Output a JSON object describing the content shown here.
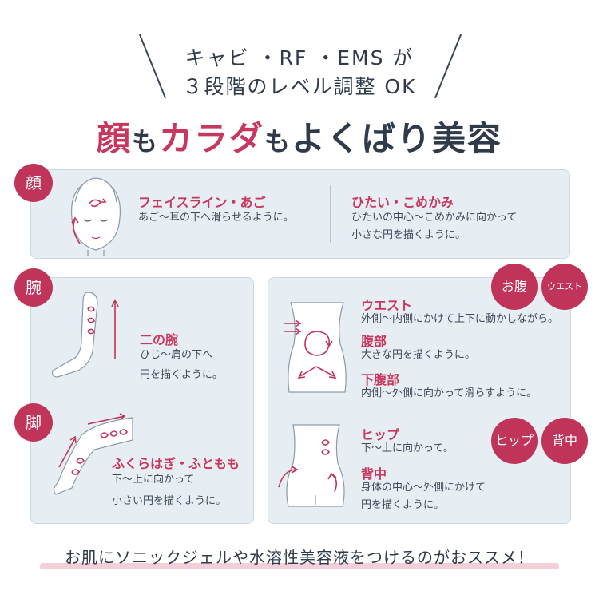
{
  "header": {
    "line1": "キャビ ・RF ・EMS が",
    "line2": "３段階のレベル調整 OK",
    "title_parts": [
      {
        "text": "顔",
        "style": "red"
      },
      {
        "text": "も",
        "style": "small"
      },
      {
        "text": "カラダ",
        "style": "red"
      },
      {
        "text": "も",
        "style": "small"
      },
      {
        "text": "よくばり美容",
        "style": "plain"
      }
    ]
  },
  "face": {
    "badge": "顔",
    "left": {
      "title": "フェイスライン・あご",
      "text": "あご〜耳の下へ滑らせるように。"
    },
    "right": {
      "title": "ひたい・こめかみ",
      "lines": [
        "ひたいの中心〜こめかみに向かって",
        "小さな円を描くように。"
      ]
    }
  },
  "arm": {
    "badge": "腕",
    "title": "二の腕",
    "lines": [
      "ひじ〜肩の下へ",
      "円を描くように。"
    ]
  },
  "leg": {
    "badge": "脚",
    "title": "ふくらはぎ・ふともも",
    "lines": [
      "下〜上に向かって",
      "小さい円を描くように。"
    ]
  },
  "belly": {
    "badges": [
      "お腹",
      "ウエスト"
    ],
    "items": [
      {
        "title": "ウエスト",
        "text": "外側〜内側にかけて上下に動かしながら。"
      },
      {
        "title": "腹部",
        "text": "大きな円を描くように。"
      },
      {
        "title": "下腹部",
        "text": "内側〜外側に向かって滑らすように。"
      }
    ]
  },
  "back": {
    "badges": [
      "ヒップ",
      "背中"
    ],
    "items": [
      {
        "title": "ヒップ",
        "lines": [
          "下〜上に向かって。"
        ]
      },
      {
        "title": "背中",
        "lines": [
          "身体の中心〜外側にかけて",
          "円を描くように。"
        ]
      }
    ]
  },
  "footer": "お肌にソニックジェルや水溶性美容液をつけるのがおススメ！",
  "colors": {
    "accent": "#c0345a",
    "panel": "#e7eef3",
    "text": "#3f4a5a"
  }
}
